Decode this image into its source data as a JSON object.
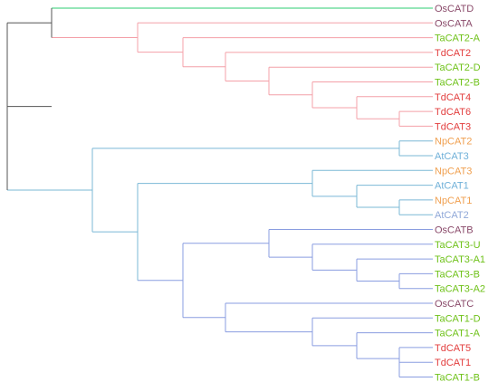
{
  "colors": {
    "root": "#555555",
    "green": "#2ecc71",
    "pink": "#f4a0a8",
    "blue": "#7bb8d6",
    "lightblue": "#7ab6e0",
    "periwinkle": "#8a9de0",
    "purple_text": "#8a4a6a",
    "red_text": "#e23d3d",
    "lime_text": "#6fc21a",
    "orange_text": "#f0a050",
    "lightblue_text": "#6fb0d8",
    "periwinkle_text": "#90a8d8"
  },
  "leaves": [
    {
      "label": "OsCATD",
      "color": "#8a4a6a"
    },
    {
      "label": "OsCATA",
      "color": "#8a4a6a"
    },
    {
      "label": "TaCAT2-A",
      "color": "#6fc21a"
    },
    {
      "label": "TdCAT2",
      "color": "#e23d3d"
    },
    {
      "label": "TaCAT2-D",
      "color": "#6fc21a"
    },
    {
      "label": "TaCAT2-B",
      "color": "#6fc21a"
    },
    {
      "label": "TdCAT4",
      "color": "#e23d3d"
    },
    {
      "label": "TdCAT6",
      "color": "#e23d3d"
    },
    {
      "label": "TdCAT3",
      "color": "#e23d3d"
    },
    {
      "label": "NpCAT2",
      "color": "#f0a050"
    },
    {
      "label": "AtCAT3",
      "color": "#6fb0d8"
    },
    {
      "label": "NpCAT3",
      "color": "#f0a050"
    },
    {
      "label": "AtCAT1",
      "color": "#6fb0d8"
    },
    {
      "label": "NpCAT1",
      "color": "#f0a050"
    },
    {
      "label": "AtCAT2",
      "color": "#90a8d8"
    },
    {
      "label": "OsCATB",
      "color": "#8a4a6a"
    },
    {
      "label": "TaCAT3-U",
      "color": "#6fc21a"
    },
    {
      "label": "TaCAT3-A1",
      "color": "#6fc21a"
    },
    {
      "label": "TaCAT3-B",
      "color": "#6fc21a"
    },
    {
      "label": "TaCAT3-A2",
      "color": "#6fc21a"
    },
    {
      "label": "OsCATC",
      "color": "#8a4a6a"
    },
    {
      "label": "TaCAT1-D",
      "color": "#6fc21a"
    },
    {
      "label": "TaCAT1-A",
      "color": "#6fc21a"
    },
    {
      "label": "TdCAT5",
      "color": "#e23d3d"
    },
    {
      "label": "TdCAT1",
      "color": "#e23d3d"
    },
    {
      "label": "TaCAT1-B",
      "color": "#6fc21a"
    }
  ]
}
